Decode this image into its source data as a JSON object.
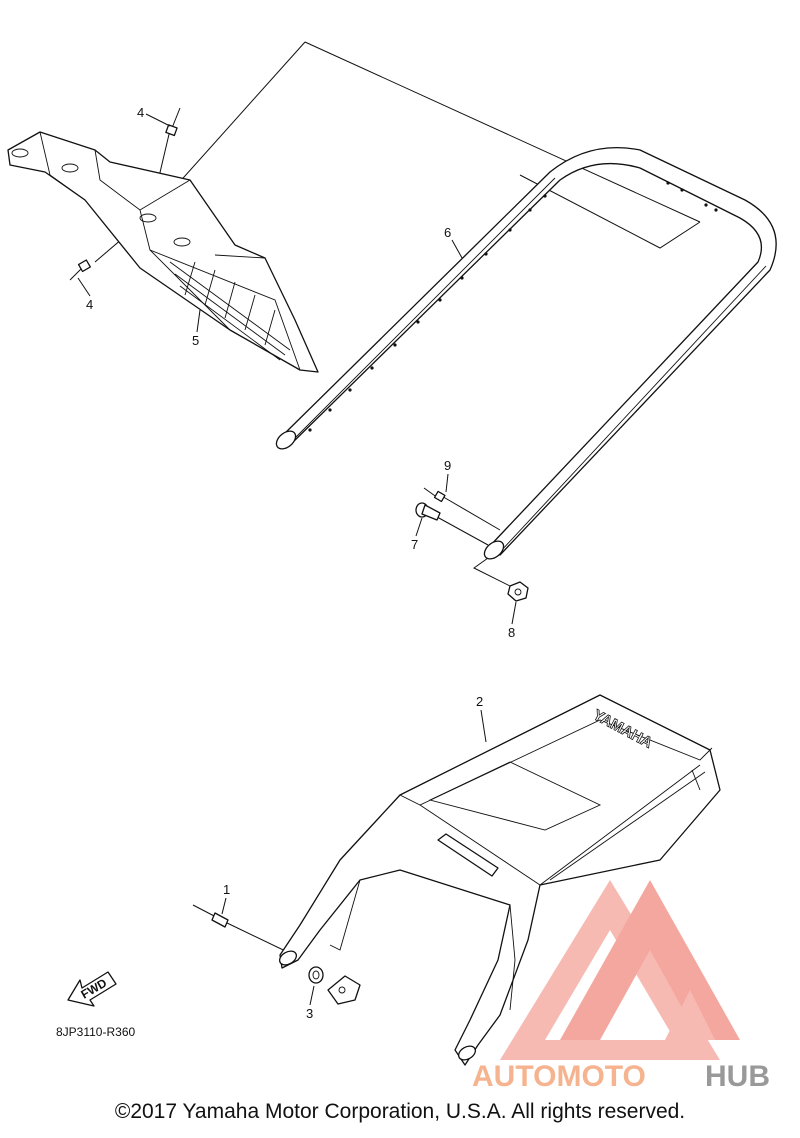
{
  "callouts": {
    "c1": "1",
    "c2": "2",
    "c3": "3",
    "c4a": "4",
    "c4b": "4",
    "c5": "5",
    "c6": "6",
    "c7": "7",
    "c8": "8",
    "c9": "9"
  },
  "fwd_label": "FWD",
  "diagram_code": "8JP3110-R360",
  "seat_logo": "YAMAHA",
  "watermark": {
    "brand_part1": "AUTOMOTO",
    "brand_part2": "HUB",
    "color_primary": "#f08a7e",
    "color_text": "#f5b48f"
  },
  "copyright": "©2017 Yamaha Motor Corporation, U.S.A. All rights reserved."
}
